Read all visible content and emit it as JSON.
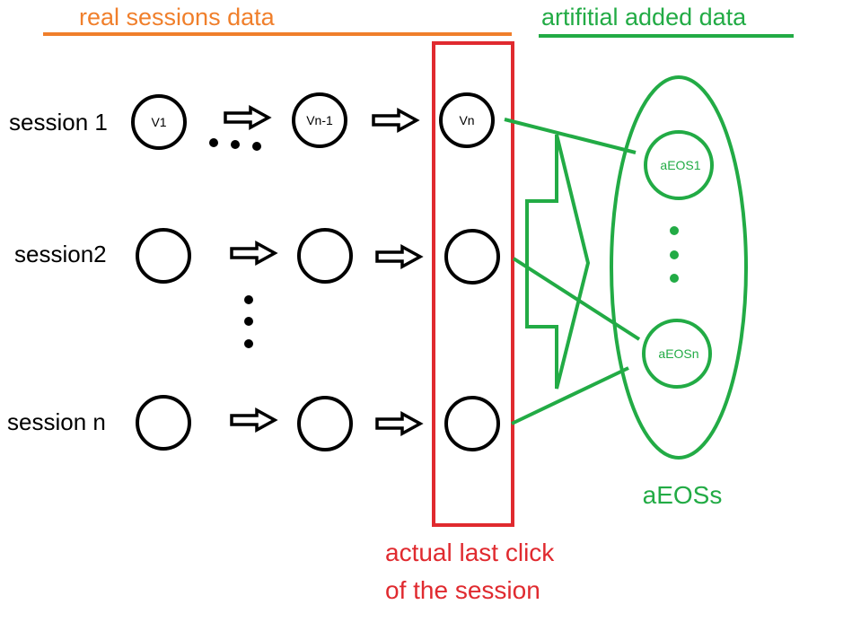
{
  "colors": {
    "real": "#f07f2b",
    "artificial": "#22ab45",
    "last_click": "#e02a2f",
    "ink": "#000000"
  },
  "headers": {
    "real": "real sessions data",
    "artificial": "artifitial added data"
  },
  "sessions": {
    "s1": "session 1",
    "s2": "session2",
    "sn": "session n"
  },
  "nodes": {
    "v1": "V1",
    "vn_1": "Vn-1",
    "vn": "Vn"
  },
  "aeos": {
    "first": "aEOS1",
    "last": "aEOSn",
    "group": "aEOSs"
  },
  "last_click_caption": {
    "line1": "actual last click",
    "line2": "of the session"
  }
}
